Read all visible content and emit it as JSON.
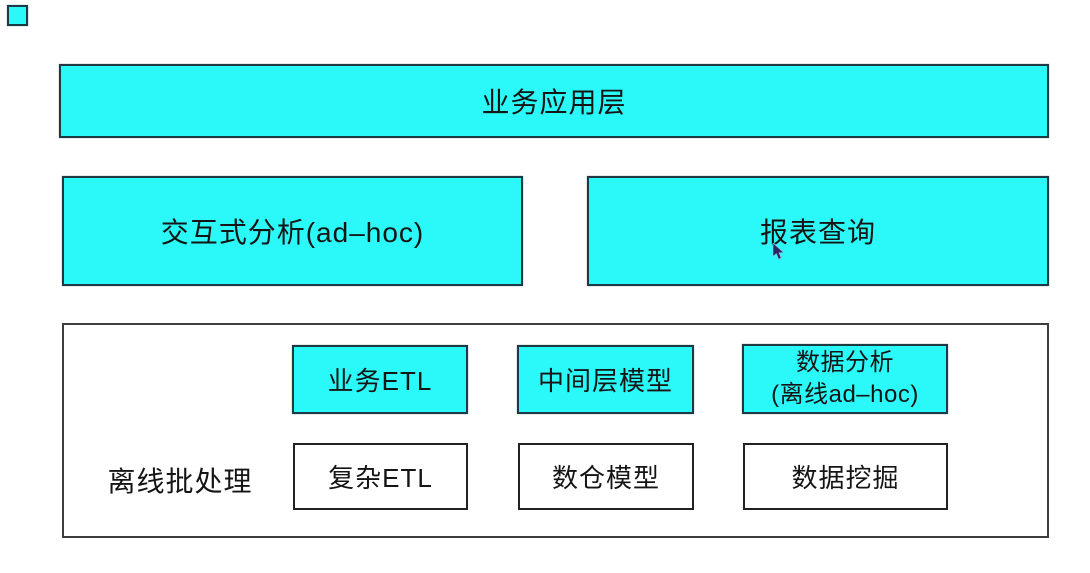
{
  "colors": {
    "box_fill_cyan": "#2bf8f8",
    "box_border_dark": "#1c3a41",
    "white_box_border": "#222222",
    "text": "#151515",
    "background": "#ffffff"
  },
  "diagram": {
    "app_layer": {
      "label": "业务应用层"
    },
    "analysis_row": [
      {
        "label": "交互式分析(ad–hoc)"
      },
      {
        "label": "报表查询"
      }
    ],
    "offline_section": {
      "label": "离线批处理",
      "cyan_boxes": [
        {
          "label": "业务ETL"
        },
        {
          "label": "中间层模型"
        },
        {
          "line1": "数据分析",
          "line2": "(离线ad–hoc)"
        }
      ],
      "white_boxes": [
        {
          "label": "复杂ETL"
        },
        {
          "label": "数仓模型"
        },
        {
          "label": "数据挖掘"
        }
      ]
    }
  },
  "cursor": {
    "name": "mouse-pointer"
  }
}
